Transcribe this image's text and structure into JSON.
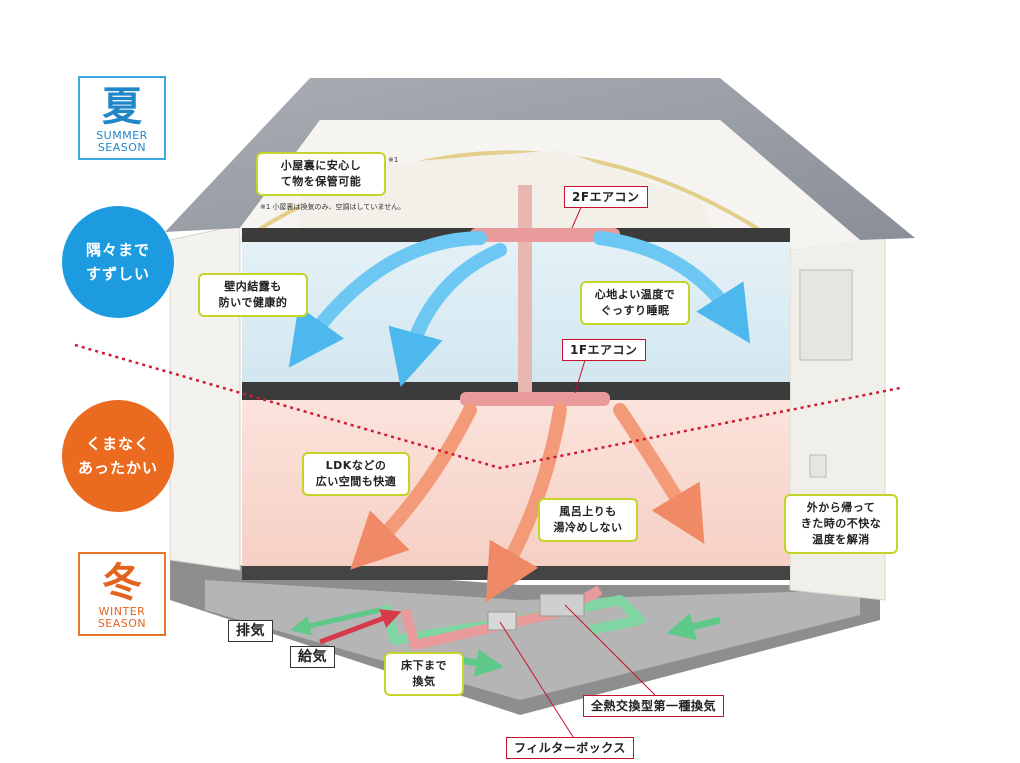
{
  "seasons": {
    "summer": {
      "kanji": "夏",
      "en_line1": "SUMMER",
      "en_line2": "SEASON"
    },
    "winter": {
      "kanji": "冬",
      "en_line1": "WINTER",
      "en_line2": "SEASON"
    }
  },
  "badges": {
    "cool": {
      "line1": "隅々まで",
      "line2": "すずしい"
    },
    "warm": {
      "line1": "くまなく",
      "line2": "あったかい"
    }
  },
  "callouts": {
    "attic": {
      "line1": "小屋裏に安心し",
      "line2": "て物を保管可能"
    },
    "attic_mark": "※1",
    "attic_note": "※1 小屋裏は換気のみ、空調はしていません。",
    "condensation": {
      "line1": "壁内結露も",
      "line2": "防いで健康的"
    },
    "sleep": {
      "line1": "心地よい温度で",
      "line2": "ぐっすり睡眠"
    },
    "ldk": {
      "line1": "LDKなどの",
      "line2": "広い空間も快適"
    },
    "bath": {
      "line1": "風呂上りも",
      "line2": "湯冷めしない"
    },
    "return_home": {
      "line1": "外から帰って",
      "line2": "きた時の不快な",
      "line3": "温度を解消"
    },
    "underfloor": {
      "line1": "床下まで",
      "line2": "換気"
    }
  },
  "tags": {
    "ac_2f": "2Fエアコン",
    "ac_1f": "1Fエアコン",
    "exhaust": "排気",
    "supply": "給気",
    "erv": "全熱交換型第一種換気",
    "filter": "フィルターボックス"
  },
  "colors": {
    "summer_blue": "#1c9be0",
    "winter_orange": "#ea6a1f",
    "callout_border": "#c4d428",
    "tag_red": "#c7122e",
    "duct_green": "#7fd6a3",
    "duct_pink": "#e99a9a",
    "airflow_green": "#5fc98a"
  }
}
